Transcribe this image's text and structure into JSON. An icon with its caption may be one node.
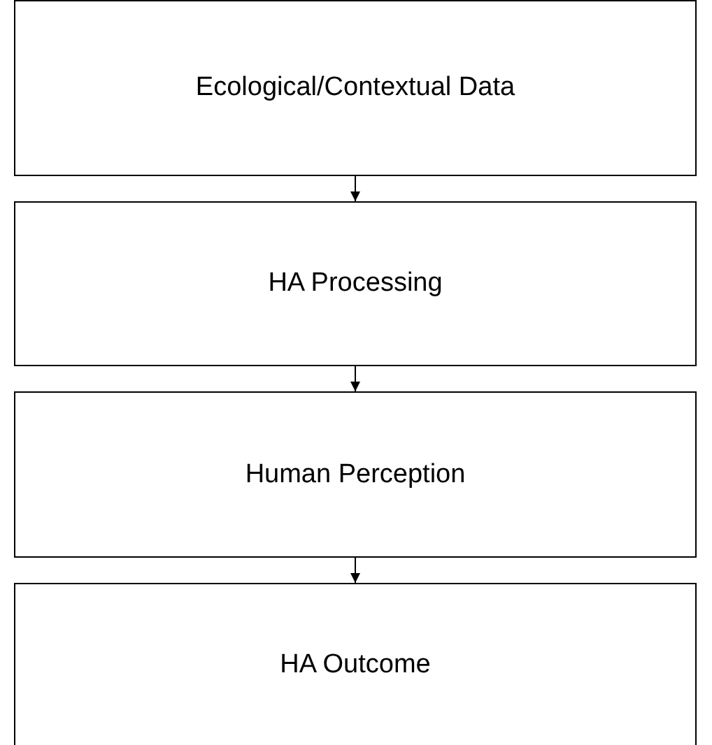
{
  "diagram": {
    "nodes": [
      {
        "text": [
          "Ecological/Contextual Data"
        ]
      },
      {
        "text": [
          "HA Processing"
        ]
      },
      {
        "text": [
          "Human Perception"
        ]
      },
      {
        "text": [
          "HA Outcome"
        ]
      }
    ],
    "edges": [
      {
        "from": 0,
        "to": 1,
        "arrow": "to"
      },
      {
        "from": 1,
        "to": 2,
        "arrow": "to"
      },
      {
        "from": 2,
        "to": 3,
        "arrow": "to"
      }
    ]
  }
}
